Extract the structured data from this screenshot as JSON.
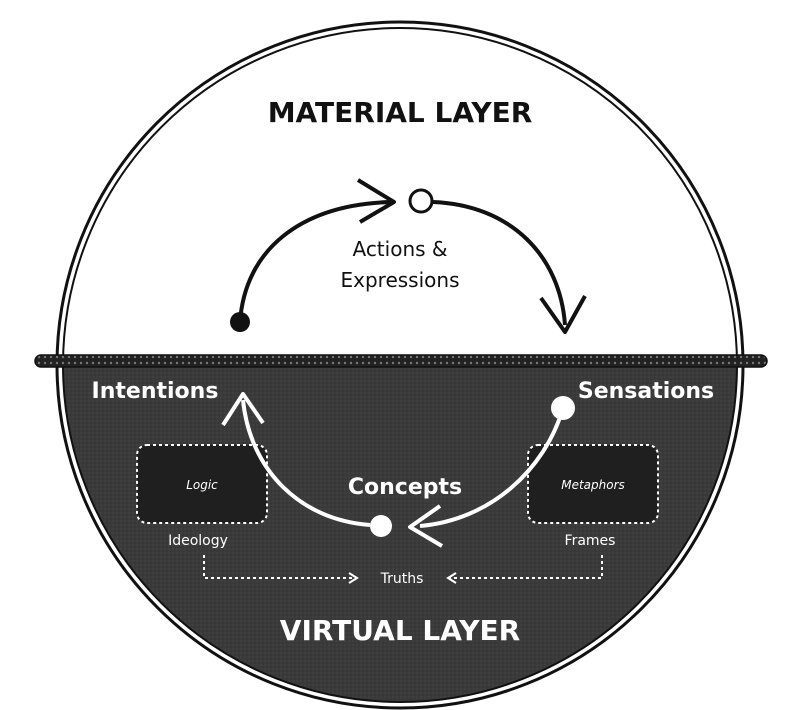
{
  "diagram": {
    "material_layer": {
      "title": "MATERIAL LAYER"
    },
    "virtual_layer": {
      "title": "VIRTUAL LAYER"
    },
    "nodes": {
      "actions": {
        "label_line1": "Actions &",
        "label_line2": "Expressions"
      },
      "intentions": {
        "label": "Intentions"
      },
      "sensations": {
        "label": "Sensations"
      },
      "concepts": {
        "label": "Concepts"
      },
      "truths": {
        "label": "Truths"
      }
    },
    "boxes": {
      "logic": {
        "inner_label": "Logic",
        "caption": "Ideology"
      },
      "metaphors": {
        "inner_label": "Metaphors",
        "caption": "Frames"
      }
    },
    "colors": {
      "virtual_fill": "#3a3a3a",
      "outline": "#111111",
      "text_light": "#ffffff",
      "text_dark": "#111111",
      "box_fill": "#1f1f1f"
    }
  }
}
